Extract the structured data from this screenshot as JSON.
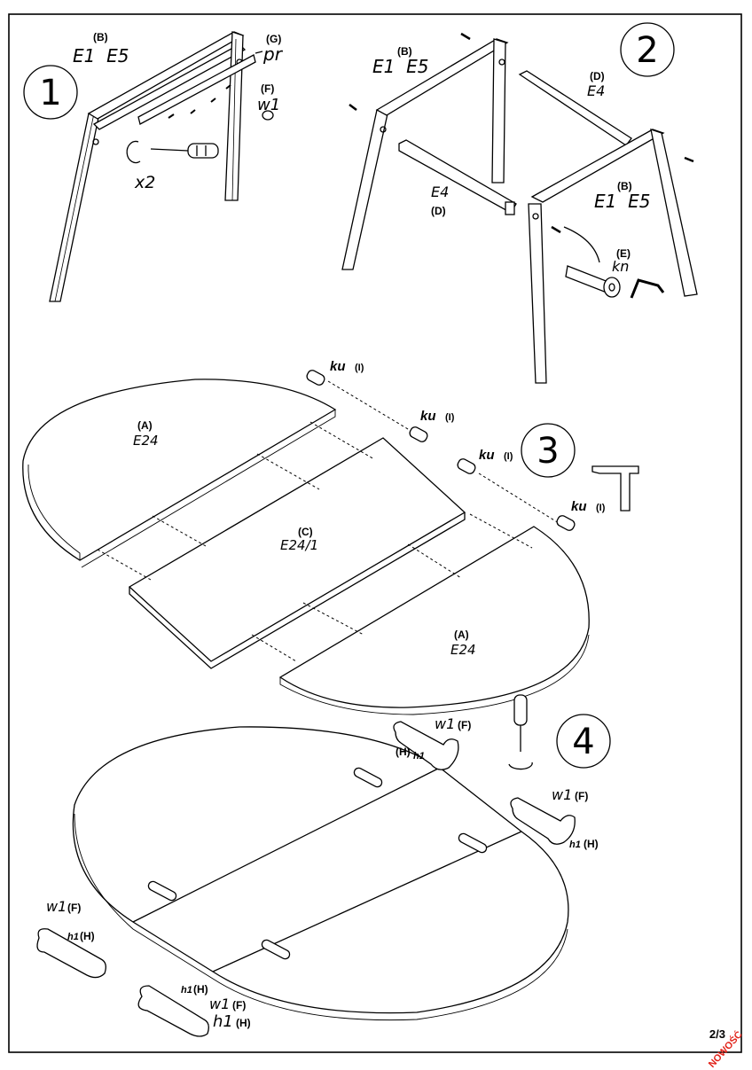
{
  "page": {
    "number": "2/3",
    "stamp": "NOWOŚĆ"
  },
  "steps": [
    {
      "number": "1",
      "labels": {
        "part_b": "(B)",
        "codes_b": "E1  E5",
        "part_g": "(G)",
        "code_g": "pr",
        "part_f": "(F)",
        "code_f": "w1",
        "multiplier": "x2"
      }
    },
    {
      "number": "2",
      "labels": {
        "part_b": "(B)",
        "codes_b": "E1  E5",
        "part_d": "(D)",
        "code_d": "E4",
        "part_e": "(E)",
        "code_e": "kn"
      }
    },
    {
      "number": "3",
      "labels": {
        "dowel": "ku",
        "dowel_part": "(I)",
        "part_a": "(A)",
        "code_a": "E24",
        "part_c": "(C)",
        "code_c": "E24/1"
      }
    },
    {
      "number": "4",
      "labels": {
        "code_w": "w1",
        "part_f": "(F)",
        "code_h": "h1",
        "part_h": "(H)"
      }
    }
  ],
  "icons": [
    "screwdriver-icon",
    "hammer-icon",
    "allen-key-icon",
    "rotate-arrow-icon"
  ]
}
